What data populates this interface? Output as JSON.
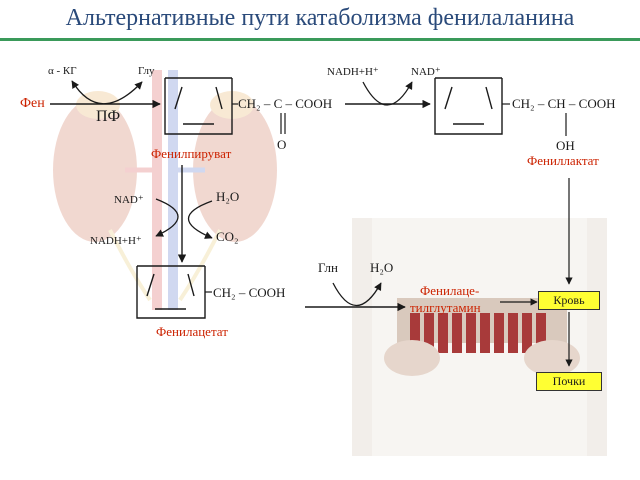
{
  "title": "Альтернативные пути катаболизма фенилаланина",
  "step1": {
    "cofactor_in": "α - КГ",
    "cofactor_out": "Глу",
    "enzyme": "ПФ",
    "substrate": "Фен",
    "product": "Фенилпируват",
    "side_chain": "CH₂ – C – COOH",
    "keto_o": "O"
  },
  "step2": {
    "cofactor_in": "NADH+H⁺",
    "cofactor_out": "NAD⁺",
    "product": "Фениллактат",
    "side_chain": "CH₂ – CH – COOH",
    "hydroxyl": "OH"
  },
  "step3": {
    "cofactor_in": "NAD⁺",
    "cofactor_out": "NADH+H⁺",
    "water": "H₂O",
    "co2": "CO₂",
    "product": "Фенилацетат",
    "side_chain": "CH₂ – COOH"
  },
  "step4": {
    "cofactor_in": "Глн",
    "cofactor_out": "H₂O",
    "product_line1": "Фенилаце-",
    "product_line2": "тилглутамин"
  },
  "excretion": {
    "blood": "Кровь",
    "kidneys": "Почки"
  },
  "colors": {
    "title": "#2a4a7a",
    "rule": "#3a9a5a",
    "product": "#cc2200",
    "box_fill": "#ffff33"
  }
}
